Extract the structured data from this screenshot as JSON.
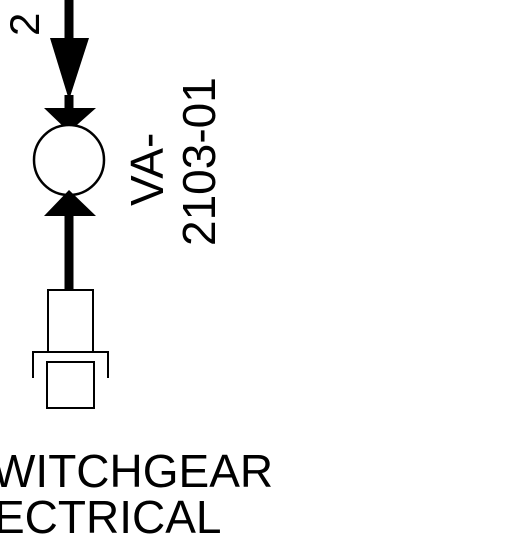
{
  "diagram": {
    "top_label": "2",
    "valve_tag_line1": "VA-",
    "valve_tag_line2": "2103-01",
    "caption_line1": "WITCHGEAR",
    "caption_line2": "ECTRICAL",
    "line_color": "#000000",
    "background": "#ffffff"
  }
}
